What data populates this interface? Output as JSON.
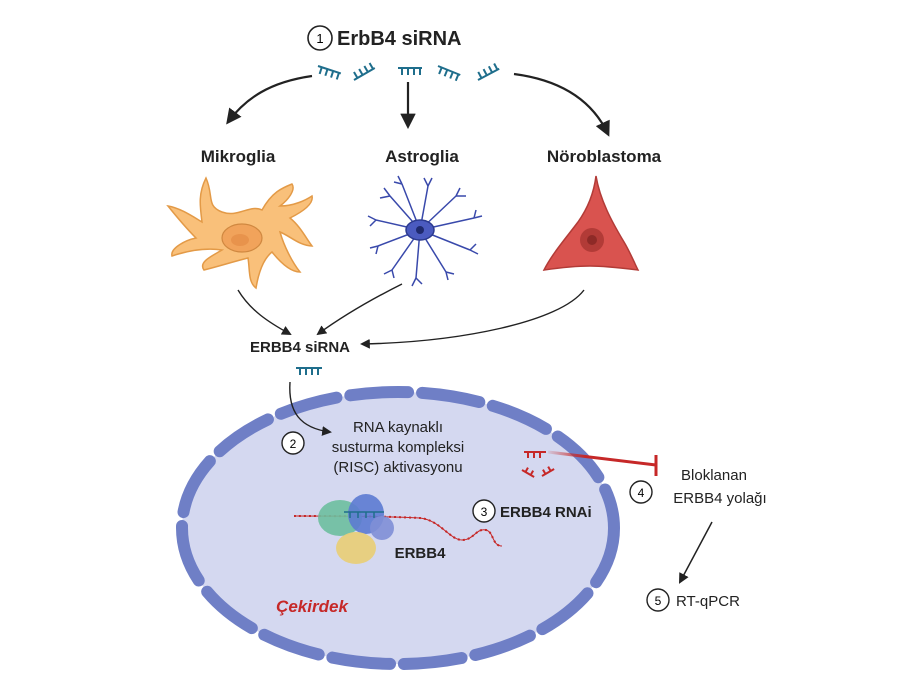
{
  "steps": [
    {
      "number": "1",
      "label": "ErbB4 siRNA"
    },
    {
      "number": "2",
      "label_lines": [
        "RNA kaynaklı",
        "susturma kompleksi",
        "(RISC) aktivasyonu"
      ]
    },
    {
      "number": "3",
      "label": "ERBB4 RNAi"
    },
    {
      "number": "4",
      "label_lines": [
        "Bloklanan",
        "ERBB4 yolağı"
      ]
    },
    {
      "number": "5",
      "label": "RT-qPCR"
    }
  ],
  "cells": [
    {
      "label": "Mikroglia",
      "icon": "microglia-cell-icon",
      "color": "#f6b26b"
    },
    {
      "label": "Astroglia",
      "icon": "astrocyte-cell-icon",
      "color": "#3949ab"
    },
    {
      "label": "Nöroblastoma",
      "icon": "neuroblastoma-cell-icon",
      "color": "#d9534f"
    }
  ],
  "sirna_label": "ERBB4 siRNA",
  "mrna_label": "ERBB4",
  "nucleus_label": "Çekirdek",
  "colors": {
    "sirna": "#1f6e8c",
    "mrna": "#c62828",
    "nucleus_fill": "#d4d8f0",
    "nucleus_border": "#6f7fc6",
    "inhibit": "#c62828"
  }
}
